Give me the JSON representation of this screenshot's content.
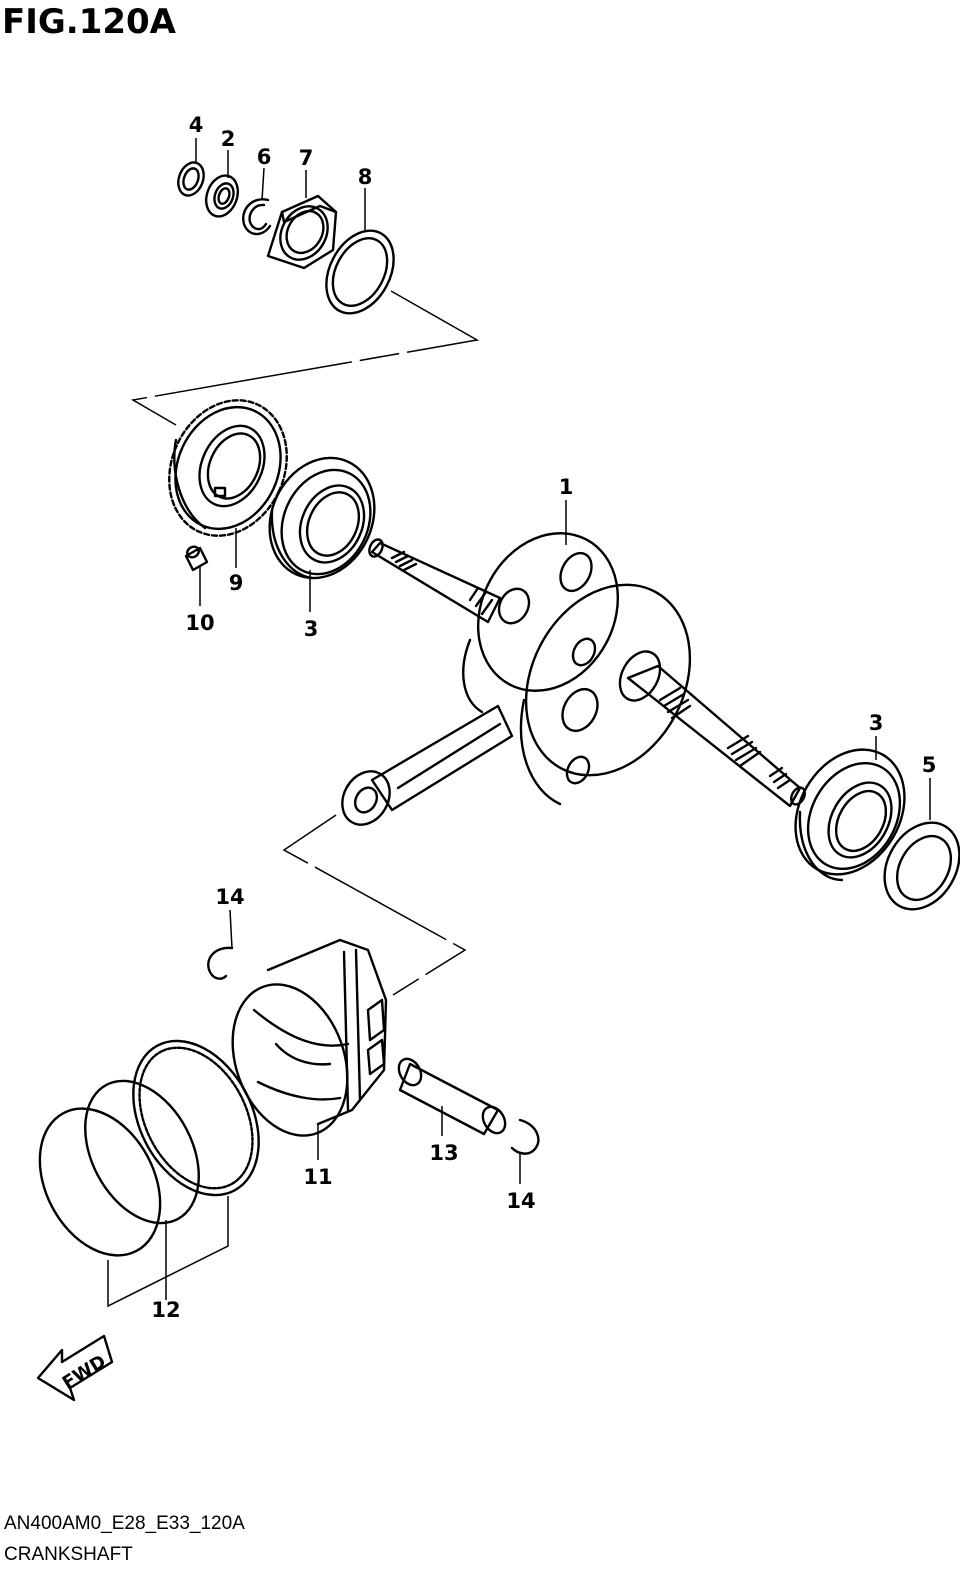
{
  "figure": {
    "title": "FIG.120A",
    "code": "AN400AM0_E28_E33_120A",
    "name": "CRANKSHAFT",
    "direction_badge": "FWD"
  },
  "callouts": {
    "c4": "4",
    "c2": "2",
    "c6": "6",
    "c7": "7",
    "c8": "8",
    "c1": "1",
    "c9": "9",
    "c10": "10",
    "c3a": "3",
    "c3b": "3",
    "c5": "5",
    "c14a": "14",
    "c14b": "14",
    "c11": "11",
    "c13": "13",
    "c12": "12"
  },
  "parts": [
    {
      "id": "crankshaft",
      "callout": "1",
      "icon": "crankshaft-icon"
    },
    {
      "id": "bearing-small",
      "callout": "2",
      "icon": "bearing-icon"
    },
    {
      "id": "main-bearing",
      "callout": "3",
      "icon": "bearing-icon"
    },
    {
      "id": "oil-seal-small",
      "callout": "4",
      "icon": "seal-icon"
    },
    {
      "id": "oil-seal",
      "callout": "5",
      "icon": "seal-icon"
    },
    {
      "id": "circlip",
      "callout": "6",
      "icon": "circlip-icon"
    },
    {
      "id": "nut",
      "callout": "7",
      "icon": "nut-icon"
    },
    {
      "id": "washer",
      "callout": "8",
      "icon": "washer-icon"
    },
    {
      "id": "gear",
      "callout": "9",
      "icon": "gear-icon"
    },
    {
      "id": "pin",
      "callout": "10",
      "icon": "pin-icon"
    },
    {
      "id": "piston",
      "callout": "11",
      "icon": "piston-icon"
    },
    {
      "id": "ring-set",
      "callout": "12",
      "icon": "piston-ring-icon"
    },
    {
      "id": "piston-pin",
      "callout": "13",
      "icon": "pin-icon"
    },
    {
      "id": "pin-circlip",
      "callout": "14",
      "icon": "circlip-icon"
    }
  ]
}
